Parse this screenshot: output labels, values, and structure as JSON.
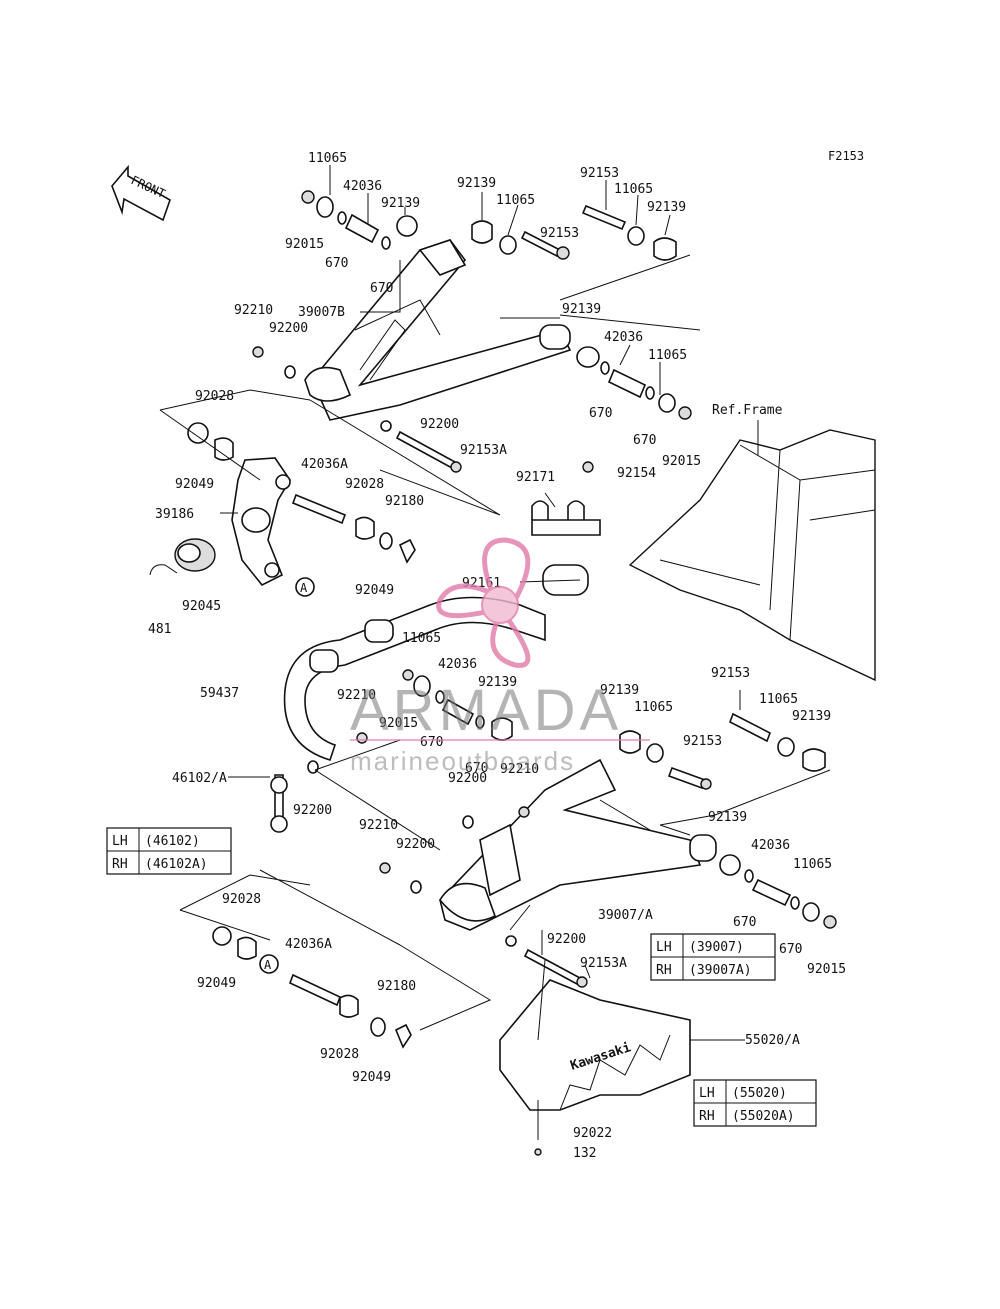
{
  "figure_code": "F2153",
  "front_label": "FRONT",
  "ref_frame_label": "Ref.Frame",
  "brand_text": "Kawasaki",
  "watermark": {
    "title": "ARMADA",
    "subtitle": "marineoutboards",
    "logo": "propeller-logo"
  },
  "part_numbers": {
    "p11065_top": "11065",
    "p42036_top": "42036",
    "p92139_a": "92139",
    "p92139_b": "92139",
    "p11065_b": "11065",
    "p92153_top": "92153",
    "p11065_c": "11065",
    "p92139_c": "92139",
    "p92153_b": "92153",
    "p92015_a": "92015",
    "p670_a": "670",
    "p670_b": "670",
    "p92210_a": "92210",
    "p92200_a": "92200",
    "p39007B": "39007B",
    "p92139_d": "92139",
    "p42036_b": "42036",
    "p11065_d": "11065",
    "p670_c": "670",
    "p670_d": "670",
    "p92015_b": "92015",
    "p92028_a": "92028",
    "p92200_b": "92200",
    "p92153A_a": "92153A",
    "p92049_a": "92049",
    "p42036A_a": "42036A",
    "p92028_b": "92028",
    "p92180_a": "92180",
    "p39186": "39186",
    "p92049_b": "92049",
    "p92171": "92171",
    "p92154": "92154",
    "p92161": "92161",
    "p92045": "92045",
    "p481": "481",
    "p11065_e": "11065",
    "p42036_c": "42036",
    "p92139_e": "92139",
    "p59437": "59437",
    "p92210_b": "92210",
    "p92015_c": "92015",
    "p670_e": "670",
    "p670_f": "670",
    "p92210_c": "92210",
    "p92200_c": "92200",
    "p92139_f": "92139",
    "p11065_f": "11065",
    "p92153_c": "92153",
    "p11065_g": "11065",
    "p92139_g": "92139",
    "p92153_d": "92153",
    "p46102A": "46102/A",
    "p92200_d": "92200",
    "p92210_d": "92210",
    "p92200_e": "92200",
    "p92139_h": "92139",
    "p42036_d": "42036",
    "p11065_h": "11065",
    "p670_g": "670",
    "p670_h": "670",
    "p92015_d": "92015",
    "p39007A": "39007/A",
    "p92200_f": "92200",
    "p92153A_b": "92153A",
    "p92028_c": "92028",
    "p92049_c": "92049",
    "p42036A_b": "42036A",
    "p92028_d": "92028",
    "p92180_b": "92180",
    "p92049_d": "92049",
    "p55020A": "55020/A",
    "p92022": "92022",
    "p132": "132",
    "marker_a1": "A",
    "marker_a2": "A"
  },
  "tables": {
    "t46102": {
      "rows": [
        {
          "side": "LH",
          "part": "(46102)"
        },
        {
          "side": "RH",
          "part": "(46102A)"
        }
      ]
    },
    "t39007": {
      "rows": [
        {
          "side": "LH",
          "part": "(39007)"
        },
        {
          "side": "RH",
          "part": "(39007A)"
        }
      ]
    },
    "t55020": {
      "rows": [
        {
          "side": "LH",
          "part": "(55020)"
        },
        {
          "side": "RH",
          "part": "(55020A)"
        }
      ]
    }
  },
  "colors": {
    "line": "#111111",
    "watermark_logo": "#e07aa8",
    "watermark_text": "#777777"
  }
}
